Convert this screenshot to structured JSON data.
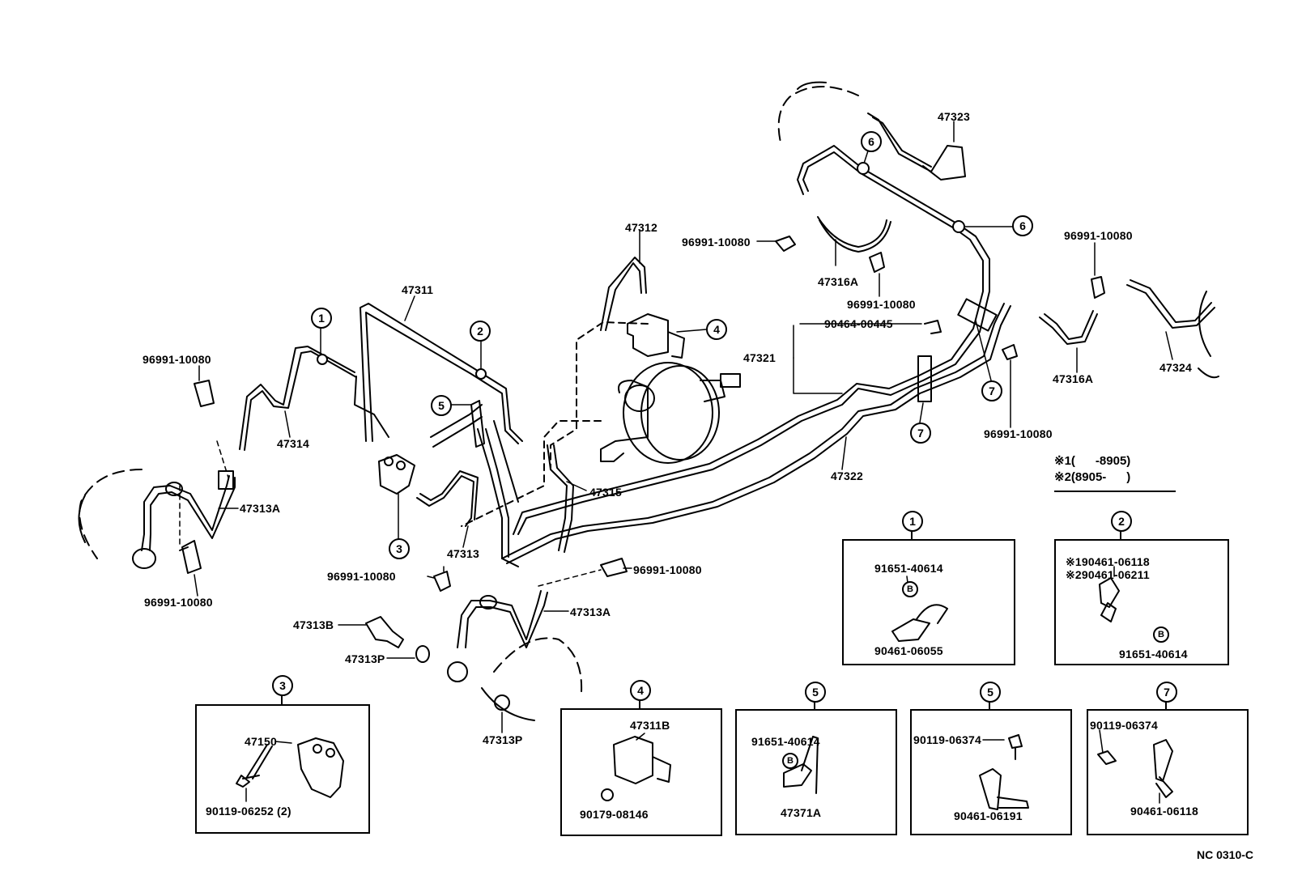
{
  "diagram": {
    "code": "NC 0310-C",
    "notes": [
      {
        "mark": "※1",
        "text": "(      -8905)"
      },
      {
        "mark": "※2",
        "text": "(8905-      )"
      }
    ],
    "part_labels": {
      "p47323": "47323",
      "p96991_a": "96991-10080",
      "p47312": "47312",
      "p47316A_a": "47316A",
      "p96991_b": "96991-10080",
      "p96991_c": "96991-10080",
      "p47311": "47311",
      "p90464": "90464-00445",
      "p47321": "47321",
      "p96991_d": "96991-10080",
      "p47316A_b": "47316A",
      "p47324": "47324",
      "p47314": "47314",
      "p96991_e": "96991-10080",
      "p47315": "47315",
      "p47322": "47322",
      "p96991_f": "96991-10080",
      "p47313A_a": "47313A",
      "p47313": "47313",
      "p96991_g": "96991-10080",
      "p96991_h": "96991-10080",
      "p47313A_b": "47313A",
      "p47313B": "47313B",
      "p47313P_a": "47313P",
      "p47313P_b": "47313P"
    },
    "callouts": [
      "1",
      "2",
      "3",
      "4",
      "5",
      "6",
      "7"
    ],
    "detail_boxes": {
      "box1": {
        "num": "1",
        "top": "91651-40614",
        "mark": "B",
        "bottom": "90461-06055"
      },
      "box2": {
        "num": "2",
        "line1": "※190461-06118",
        "line2": "※290461-06211",
        "mark": "B",
        "bottom": "91651-40614"
      },
      "box3": {
        "num": "3",
        "part": "47150",
        "bolt": "90119-06252 (2)"
      },
      "box4": {
        "num": "4",
        "part": "47311B",
        "nut": "90179-08146"
      },
      "box5a": {
        "num": "5",
        "top": "91651-40614",
        "mark": "B",
        "bottom": "47371A"
      },
      "box5b": {
        "num": "5",
        "bolt": "90119-06374",
        "bottom": "90461-06191"
      },
      "box7": {
        "num": "7",
        "bolt": "90119-06374",
        "bottom": "90461-06118"
      }
    }
  }
}
